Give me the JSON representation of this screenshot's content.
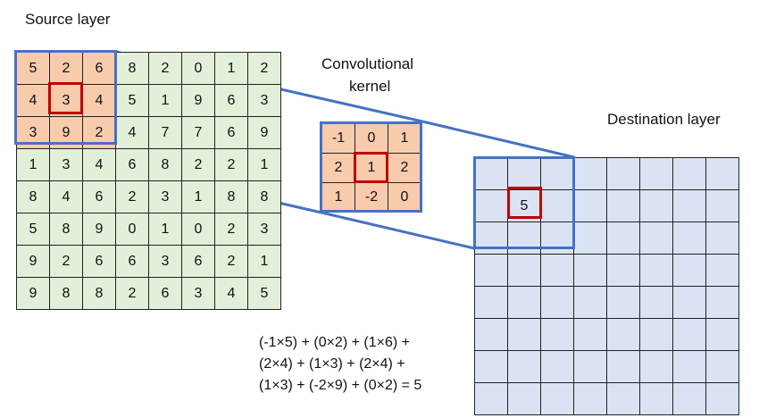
{
  "labels": {
    "source": "Source layer",
    "kernel_line1": "Convolutional",
    "kernel_line2": "kernel",
    "destination": "Destination layer"
  },
  "source_grid": [
    [
      "5",
      "2",
      "6",
      "8",
      "2",
      "0",
      "1",
      "2"
    ],
    [
      "4",
      "3",
      "4",
      "5",
      "1",
      "9",
      "6",
      "3"
    ],
    [
      "3",
      "9",
      "2",
      "4",
      "7",
      "7",
      "6",
      "9"
    ],
    [
      "1",
      "3",
      "4",
      "6",
      "8",
      "2",
      "2",
      "1"
    ],
    [
      "8",
      "4",
      "6",
      "2",
      "3",
      "1",
      "8",
      "8"
    ],
    [
      "5",
      "8",
      "9",
      "0",
      "1",
      "0",
      "2",
      "3"
    ],
    [
      "9",
      "2",
      "6",
      "6",
      "3",
      "6",
      "2",
      "1"
    ],
    [
      "9",
      "8",
      "8",
      "2",
      "6",
      "3",
      "4",
      "5"
    ]
  ],
  "kernel_grid": [
    [
      "-1",
      "0",
      "1"
    ],
    [
      "2",
      "1",
      "2"
    ],
    [
      "1",
      "-2",
      "0"
    ]
  ],
  "destination_grid": [
    [
      "",
      "",
      "",
      "",
      "",
      "",
      "",
      ""
    ],
    [
      "",
      "5",
      "",
      "",
      "",
      "",
      "",
      ""
    ],
    [
      "",
      "",
      "",
      "",
      "",
      "",
      "",
      ""
    ],
    [
      "",
      "",
      "",
      "",
      "",
      "",
      "",
      ""
    ],
    [
      "",
      "",
      "",
      "",
      "",
      "",
      "",
      ""
    ],
    [
      "",
      "",
      "",
      "",
      "",
      "",
      "",
      ""
    ],
    [
      "",
      "",
      "",
      "",
      "",
      "",
      "",
      ""
    ],
    [
      "",
      "",
      "",
      "",
      "",
      "",
      "",
      ""
    ]
  ],
  "formula": [
    "(-1×5) + (0×2) + (1×6) +",
    "(2×4) + (1×3) + (2×4) +",
    "(1×3) + (-2×9) + (0×2) = 5"
  ],
  "colors": {
    "source_cell": "#e2efd9",
    "highlight_cell": "#f8cbad",
    "destination_cell": "#dae3f3",
    "window_border": "#4472c4",
    "center_border": "#c00000"
  }
}
